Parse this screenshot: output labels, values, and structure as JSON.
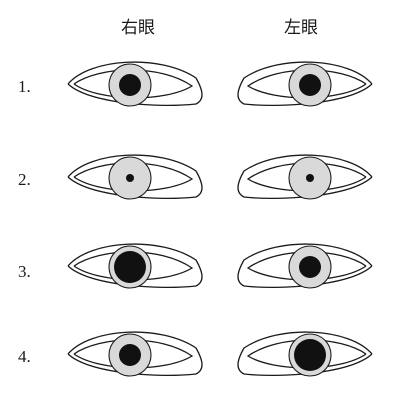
{
  "headers": {
    "right_eye": "右眼",
    "left_eye": "左眼"
  },
  "rows": [
    {
      "label": "1.",
      "right_pupil": "medium",
      "left_pupil": "medium"
    },
    {
      "label": "2.",
      "right_pupil": "pinpoint",
      "left_pupil": "pinpoint"
    },
    {
      "label": "3.",
      "right_pupil": "large",
      "left_pupil": "medium"
    },
    {
      "label": "4.",
      "right_pupil": "medium",
      "left_pupil": "large"
    }
  ],
  "colors": {
    "line": "#1a1a1a",
    "iris": "#d9d9d9",
    "pupil": "#111111",
    "sclera": "#ffffff"
  }
}
